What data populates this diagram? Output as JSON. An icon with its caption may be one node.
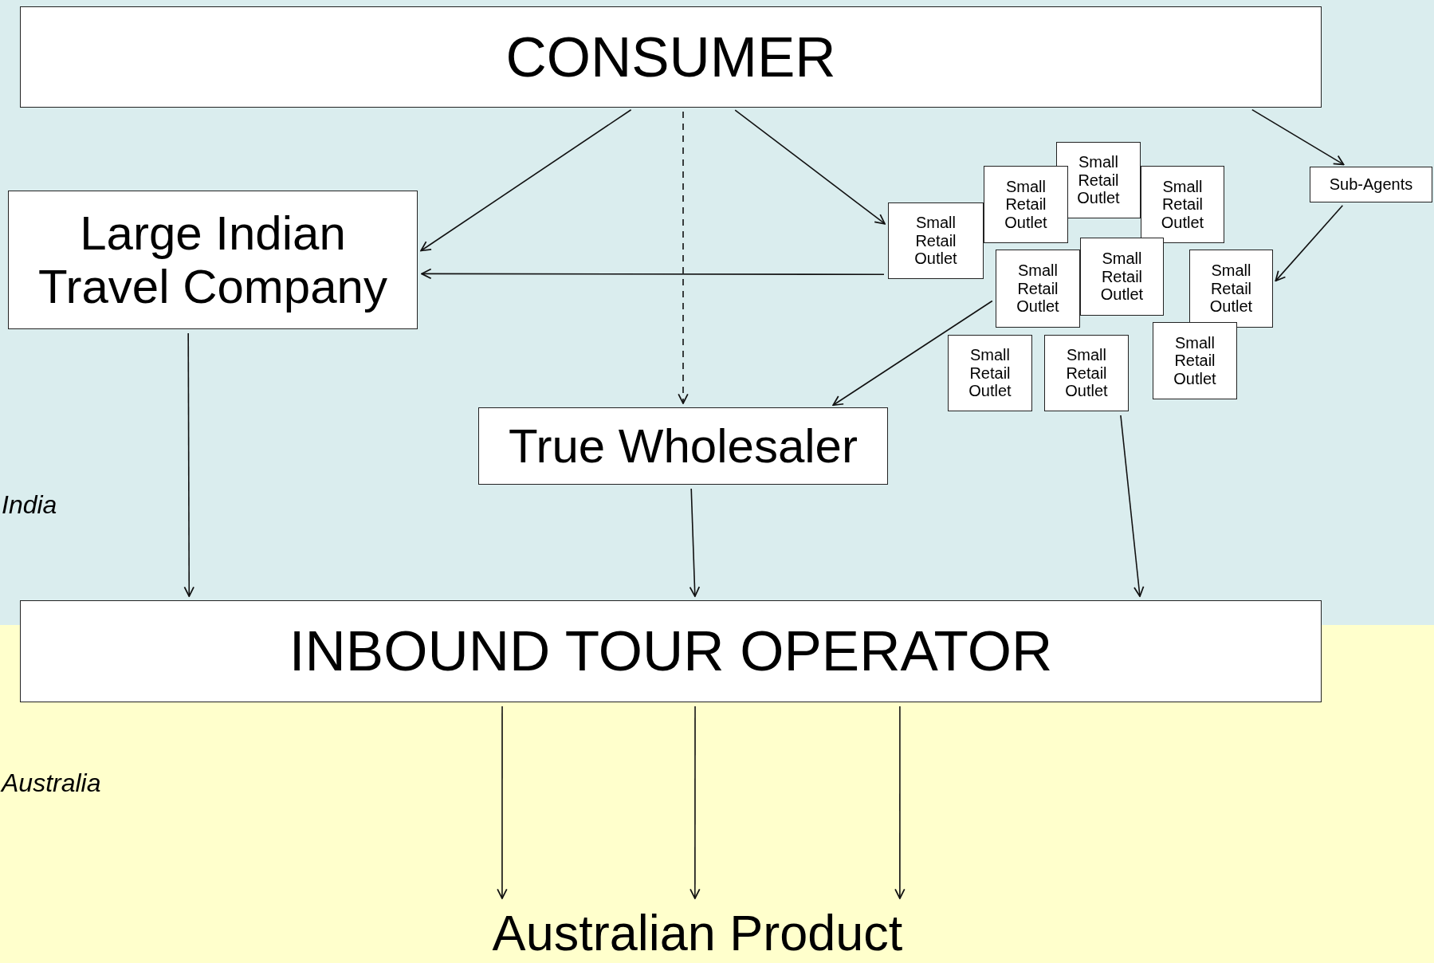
{
  "diagram": {
    "nodes": [
      {
        "text": [
          "CONSUMER"
        ]
      },
      {
        "text": [
          "Large Indian Travel Company"
        ]
      },
      {
        "text": [
          "True Wholesaler"
        ]
      },
      {
        "text": [
          "Sub-Agents"
        ]
      },
      {
        "text": [
          "Small Retail Outlet"
        ]
      },
      {
        "text": [
          "Small Retail Outlet"
        ]
      },
      {
        "text": [
          "Small Retail Outlet"
        ]
      },
      {
        "text": [
          "Small Retail Outlet"
        ]
      },
      {
        "text": [
          "Small Retail Outlet"
        ]
      },
      {
        "text": [
          "Small Retail Outlet"
        ]
      },
      {
        "text": [
          "Small Retail Outlet"
        ]
      },
      {
        "text": [
          "Small Retail Outlet"
        ]
      },
      {
        "text": [
          "Small Retail Outlet"
        ]
      },
      {
        "text": [
          "Small Retail Outlet"
        ]
      },
      {
        "text": [
          "INBOUND TOUR OPERATOR"
        ]
      },
      {
        "text": [
          "Australian Product"
        ]
      }
    ],
    "edges": [
      {
        "from": 0,
        "to": 1,
        "arrow": "to"
      },
      {
        "from": 0,
        "to": 2,
        "arrow": "to",
        "style": "dashed"
      },
      {
        "from": 0,
        "to": 7,
        "arrow": "to"
      },
      {
        "from": 0,
        "to": 3,
        "arrow": "to"
      },
      {
        "from": 3,
        "to": 10,
        "arrow": "to"
      },
      {
        "from": 7,
        "to": 1,
        "arrow": "to"
      },
      {
        "from": 9,
        "to": 2,
        "arrow": "to"
      },
      {
        "from": 1,
        "to": 14,
        "arrow": "to"
      },
      {
        "from": 2,
        "to": 14,
        "arrow": "to"
      },
      {
        "from": 13,
        "to": 14,
        "arrow": "to"
      },
      {
        "from": 14,
        "to": 15,
        "arrow": "to"
      },
      {
        "from": 14,
        "to": 15,
        "arrow": "to"
      },
      {
        "from": 14,
        "to": 15,
        "arrow": "to"
      }
    ],
    "labels": [
      "India",
      "Australia"
    ]
  }
}
